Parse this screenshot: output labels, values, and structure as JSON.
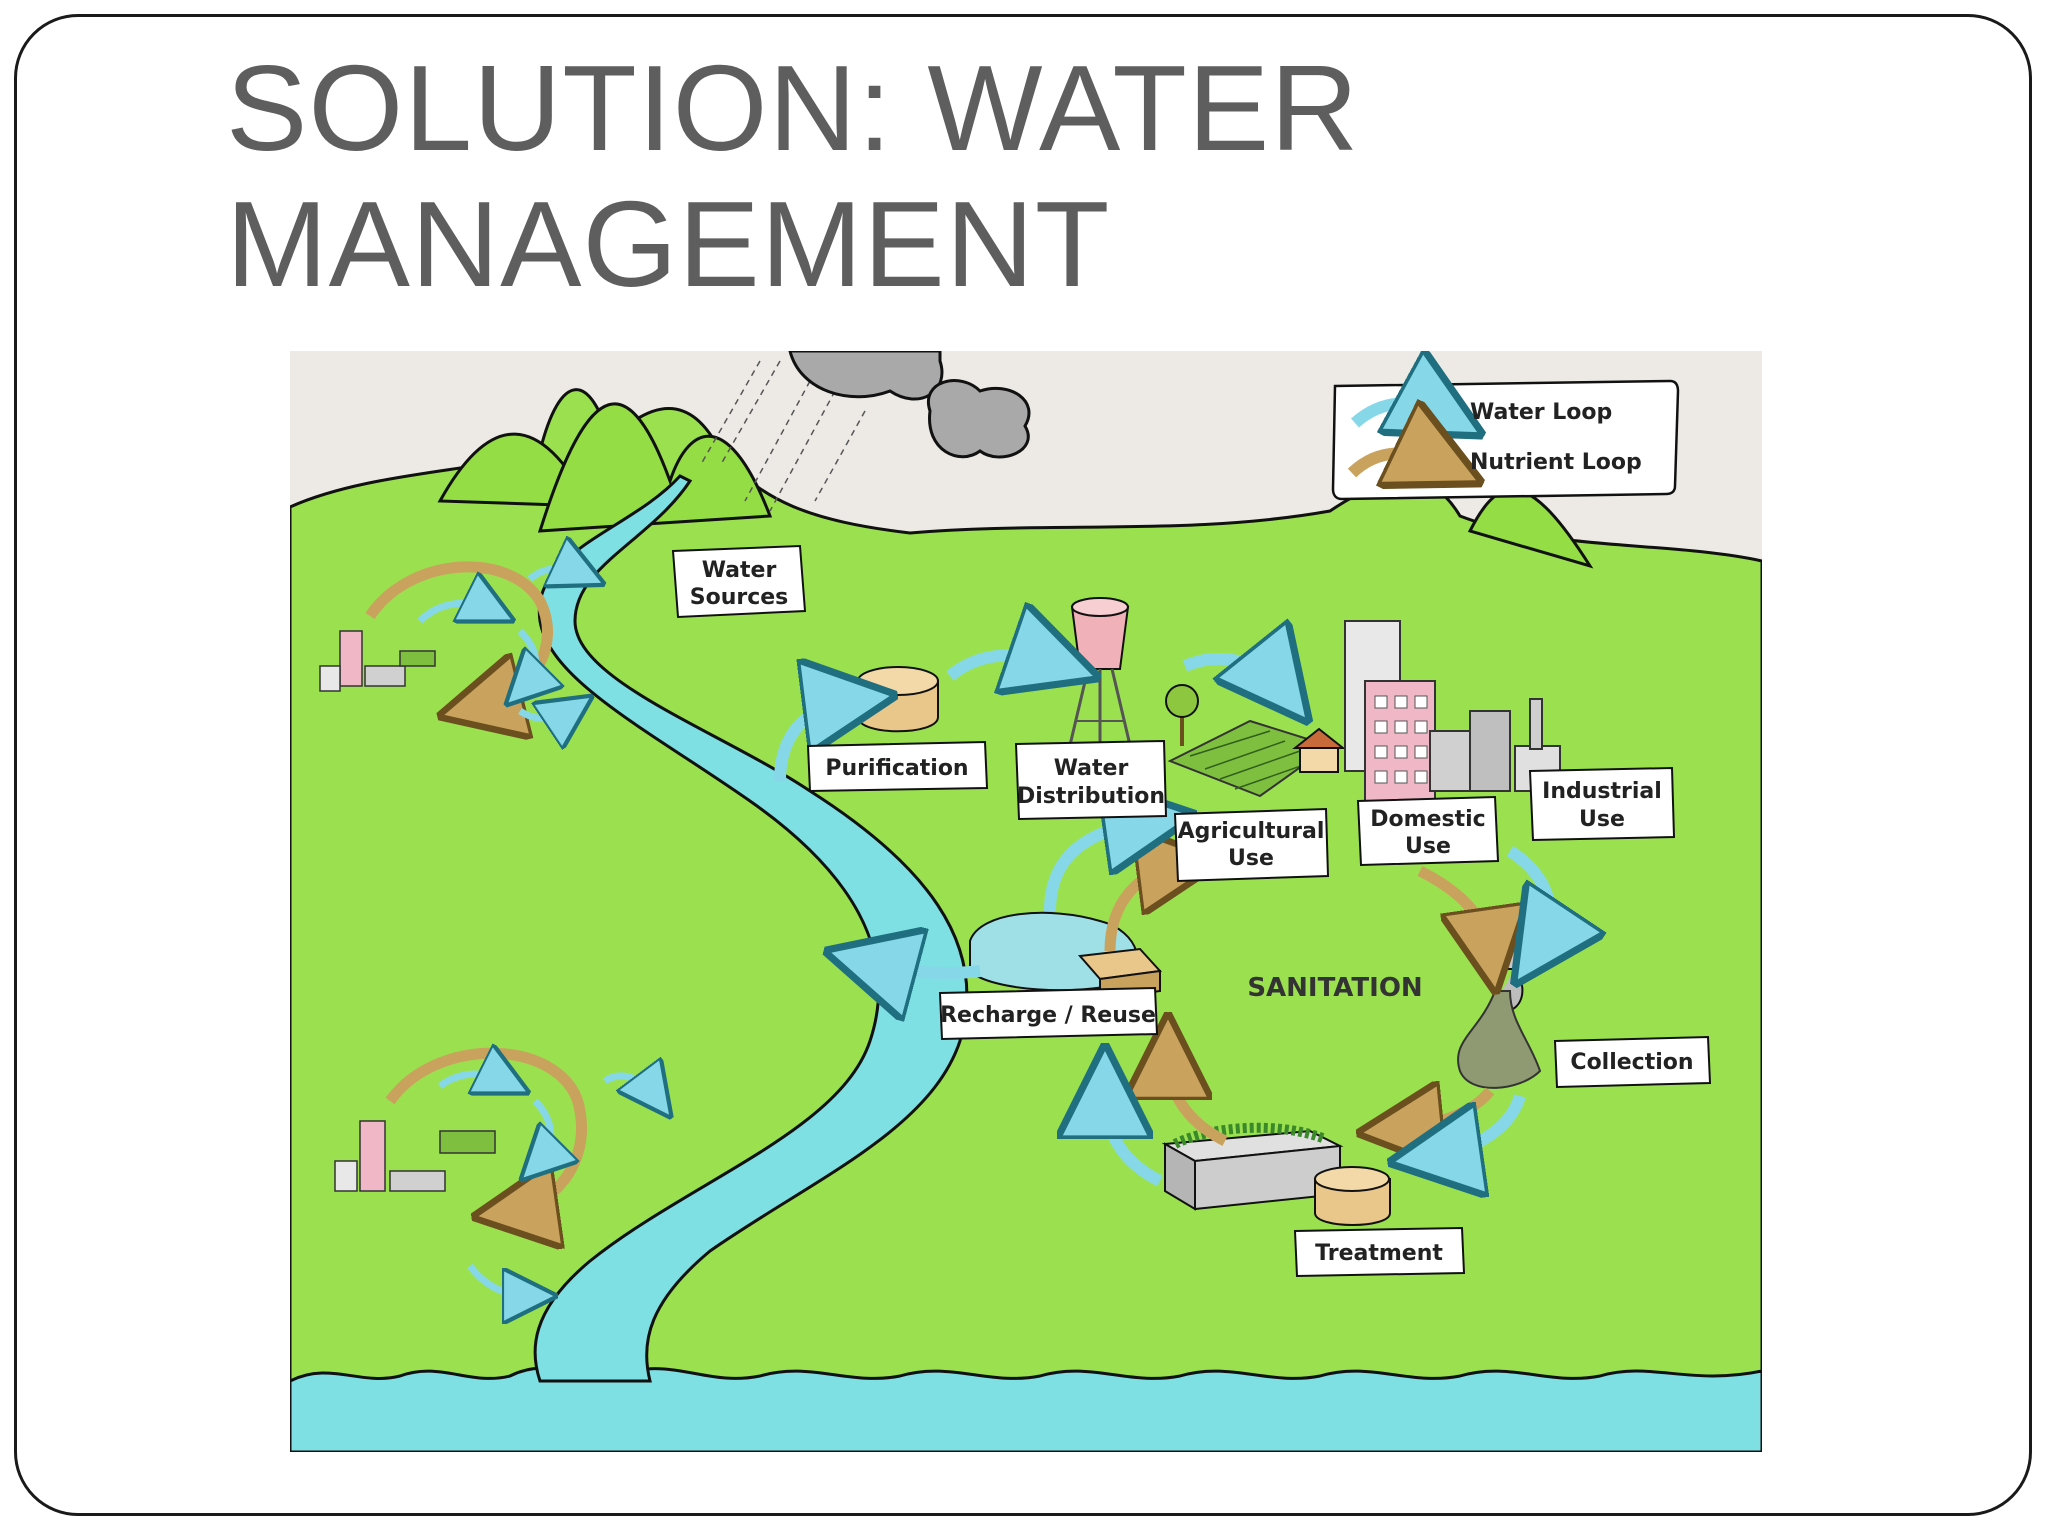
{
  "slide": {
    "title_line1": "SOLUTION: WATER",
    "title_line2": "MANAGEMENT"
  },
  "diagram": {
    "legend": {
      "water_loop": "Water Loop",
      "nutrient_loop": "Nutrient Loop"
    },
    "labels": {
      "water_sources_1": "Water",
      "water_sources_2": "Sources",
      "purification": "Purification",
      "water_distribution_1": "Water",
      "water_distribution_2": "Distribution",
      "agricultural_use_1": "Agricultural",
      "agricultural_use_2": "Use",
      "domestic_use_1": "Domestic",
      "domestic_use_2": "Use",
      "industrial_use_1": "Industrial",
      "industrial_use_2": "Use",
      "sanitation": "SANITATION",
      "recharge_reuse": "Recharge / Reuse",
      "collection": "Collection",
      "treatment": "Treatment"
    },
    "colors": {
      "land": "#9be14f",
      "sky": "#edeae6",
      "water": "#7ee0e3",
      "water_loop_arrow": "#86d8e8",
      "nutrient_loop_arrow": "#c9a25d"
    }
  }
}
